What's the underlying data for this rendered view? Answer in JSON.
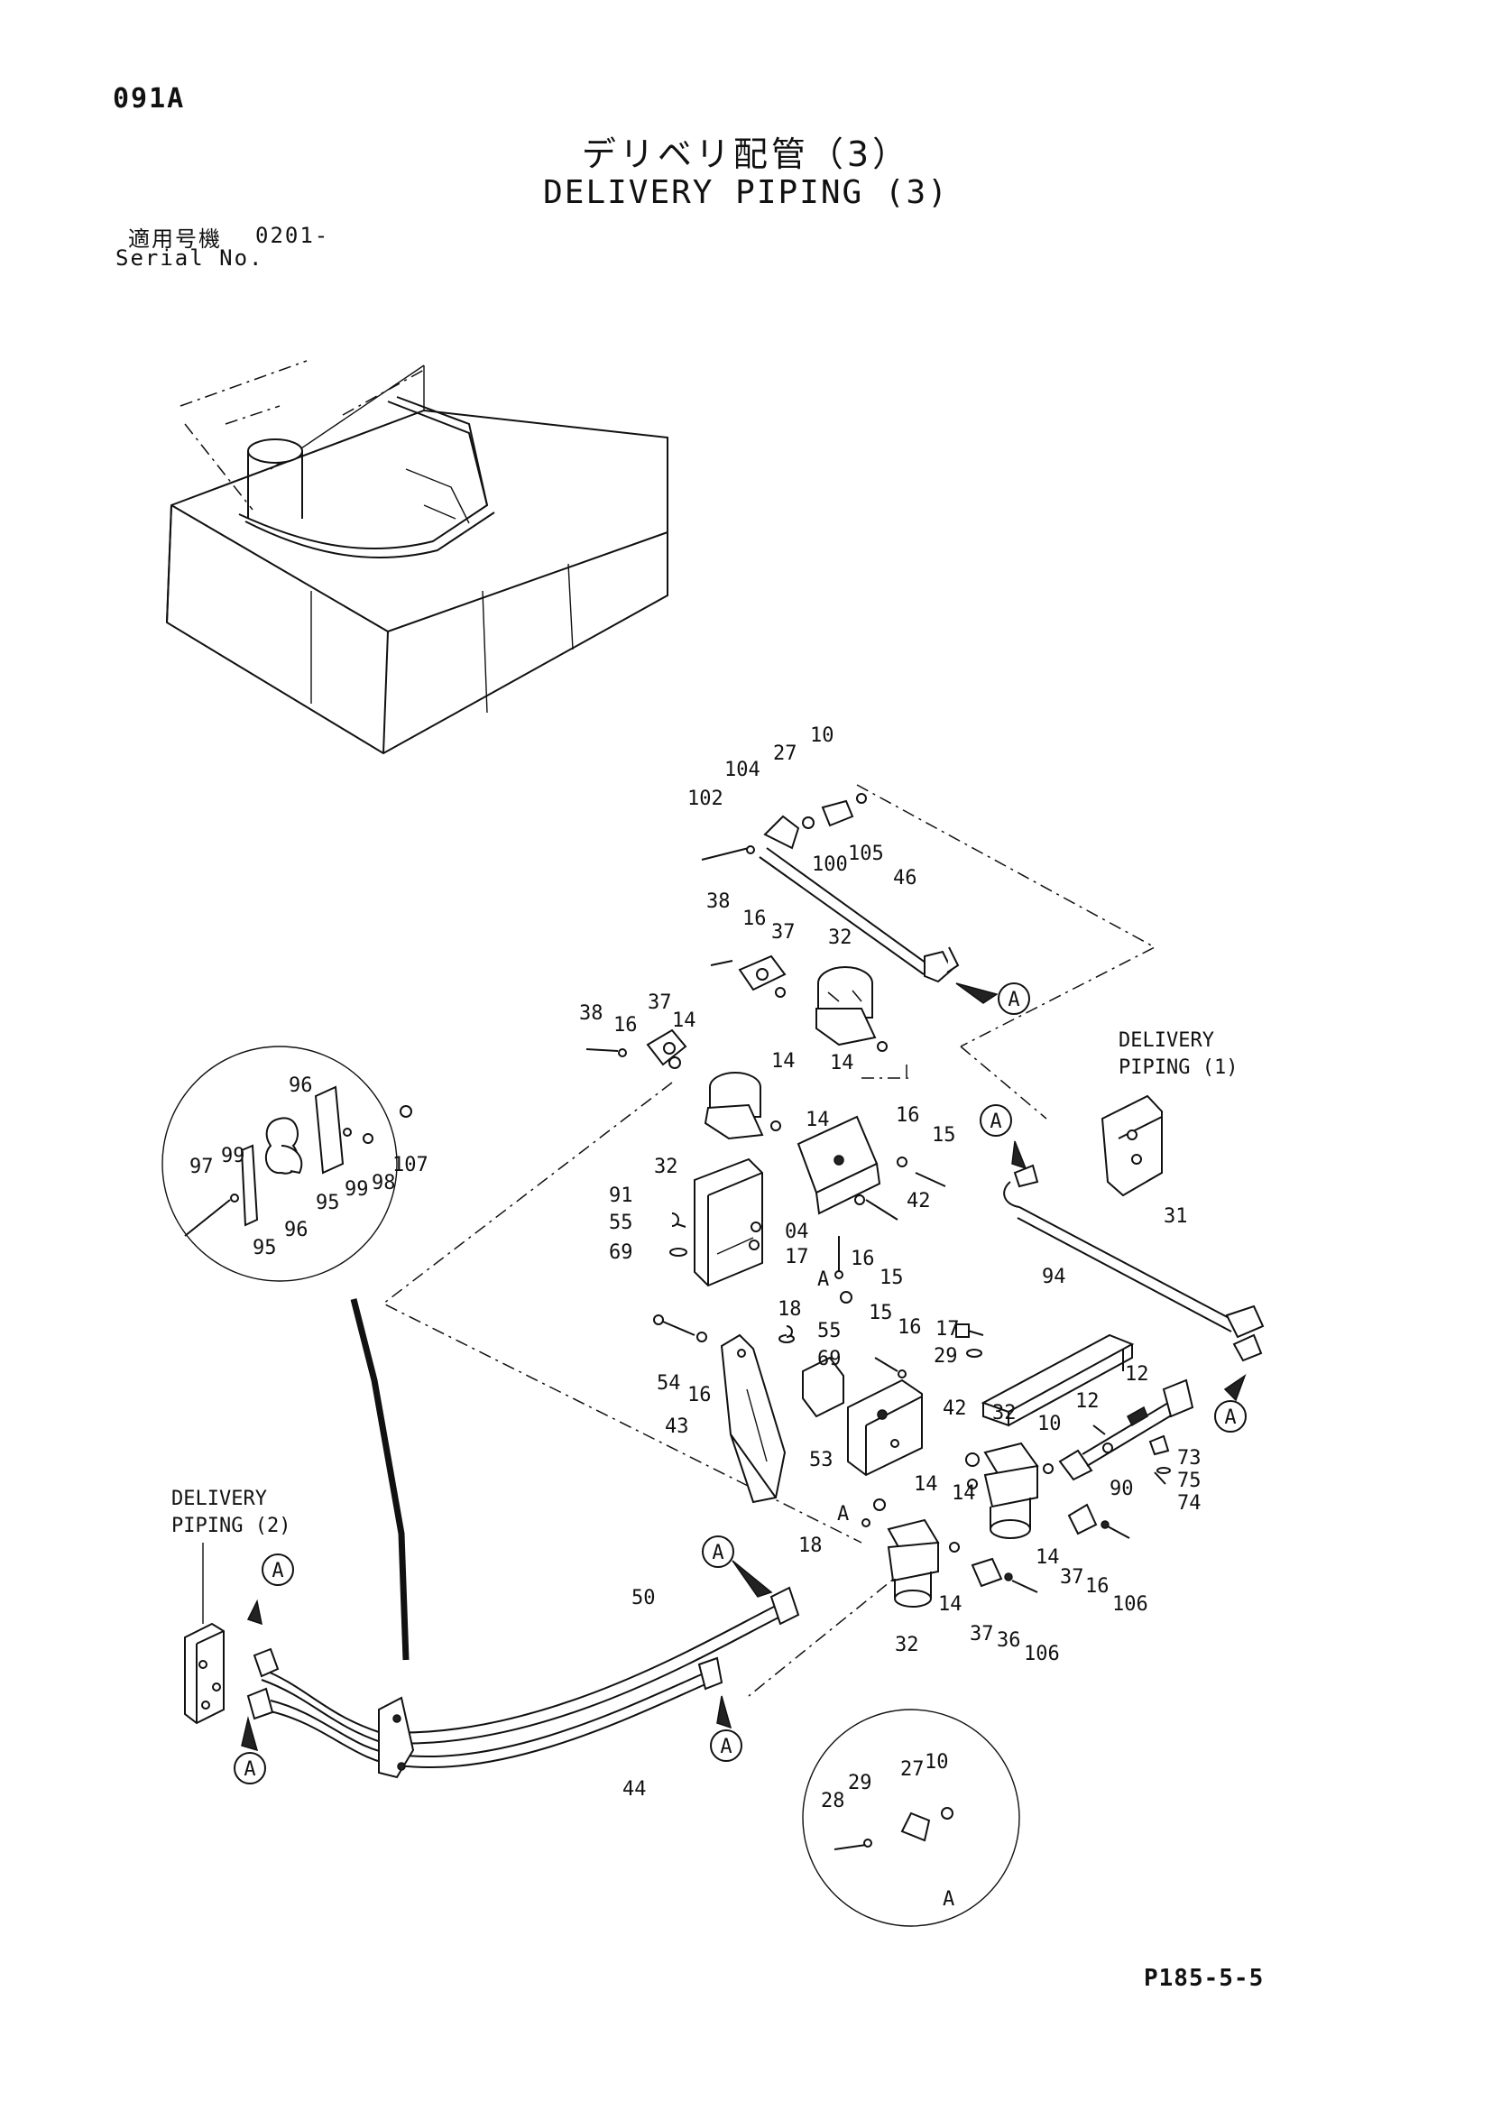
{
  "header": {
    "page_id": "091A",
    "title_jp": "デリベリ配管（3）",
    "title_en": "DELIVERY PIPING (3)",
    "serial_label_jp": "適用号機",
    "serial_label_en": "Serial No.",
    "serial_value": "0201-"
  },
  "diagram": {
    "ref_labels": {
      "delivery_piping_1": [
        "DELIVERY",
        "PIPING (1)"
      ],
      "delivery_piping_2": [
        "DELIVERY",
        "PIPING (2)"
      ],
      "circle_ref": "A"
    },
    "part_callouts": [
      "10",
      "104",
      "27",
      "102",
      "100",
      "105",
      "46",
      "38",
      "16",
      "37",
      "32",
      "38",
      "16",
      "37",
      "14",
      "14",
      "14",
      "14",
      "32",
      "16",
      "15",
      "42",
      "91",
      "55",
      "04",
      "69",
      "17",
      "16",
      "15",
      "A",
      "18",
      "15",
      "16",
      "17",
      "55",
      "69",
      "29",
      "94",
      "31",
      "54",
      "16",
      "43",
      "53",
      "42",
      "12",
      "12",
      "32",
      "10",
      "90",
      "73",
      "75",
      "74",
      "14",
      "14",
      "A",
      "18",
      "14",
      "37",
      "16",
      "106",
      "32",
      "14",
      "37",
      "36",
      "106",
      "50",
      "44",
      "96",
      "97",
      "99",
      "95",
      "96",
      "95",
      "99",
      "98",
      "107",
      "28",
      "29",
      "27",
      "10",
      "A"
    ]
  },
  "footer": {
    "page_code": "P185-5-5"
  }
}
